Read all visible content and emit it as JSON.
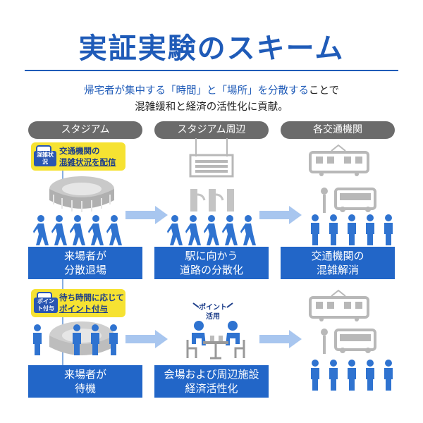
{
  "title": "実証実験のスキーム",
  "subtitle": {
    "line1_a": "帰宅者が集中する「時間」と「場所」を分散する",
    "line1_b": "ことで",
    "line2": "混雑緩和と経済の活性化に貢献。"
  },
  "columns": {
    "col1": "スタジアム",
    "col2": "スタジアム周辺",
    "col3": "各交通機関"
  },
  "row1": {
    "note_tag": "混雑状況",
    "note_line1": "交通機関の",
    "note_line2": "混雑状況を配信",
    "box1": [
      "来場者が",
      "分散退場"
    ],
    "box2": [
      "駅に向かう",
      "道路の分散化"
    ],
    "box3": [
      "交通機関の",
      "混雑解消"
    ]
  },
  "row2": {
    "note_tag": "ポイント付与",
    "note_line1": "待ち時間に応じて",
    "note_line2": "ポイント付与",
    "point_label_line1": "ポイント",
    "point_label_line2": "活用",
    "box1": [
      "来場者が",
      "待機"
    ],
    "box2": [
      "会場および周辺施設",
      "経済活性化"
    ]
  },
  "colors": {
    "brand_blue": "#1f5bb8",
    "box_blue": "#2266c8",
    "person_blue": "#2f73d0",
    "arrow_blue": "#a8c6ef",
    "icon_gray": "#b8b8b8",
    "pill_gray": "#6b6b6b",
    "note_yellow": "#f6e232"
  }
}
